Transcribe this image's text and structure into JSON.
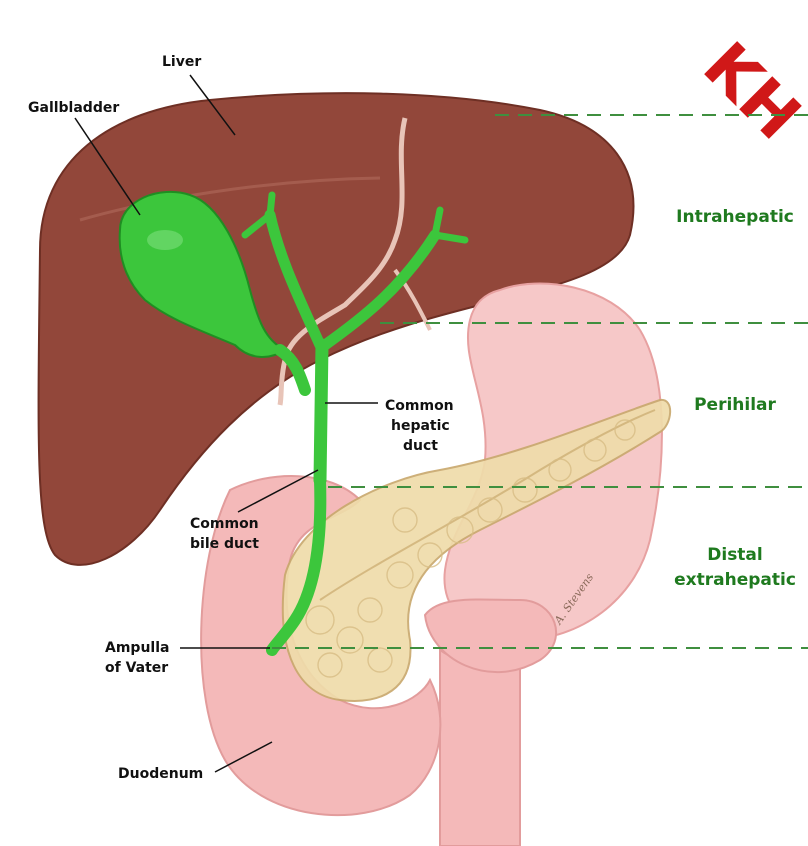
{
  "colors": {
    "liver": "#92473a",
    "liver_dark": "#6e2f24",
    "bile": "#3cc63c",
    "bile_dark": "#1f8e22",
    "stomach": "#f6c8c8",
    "duodenum": "#f4b9b9",
    "pancreas": "#efdcaa",
    "level_text": "#1f7a1f",
    "level_line": "#3f8f3f",
    "watermark": "#cc0000"
  },
  "labels": {
    "liver": "Liver",
    "gallbladder": "Gallbladder",
    "common_hepatic_duct": [
      "Common",
      "hepatic",
      "duct"
    ],
    "common_bile_duct": [
      "Common",
      "bile duct"
    ],
    "ampulla": [
      "Ampulla",
      "of Vater"
    ],
    "duodenum": "Duodenum"
  },
  "levels": {
    "intrahepatic": [
      "Intrahepatic"
    ],
    "perihilar": [
      "Perihilar"
    ],
    "distal": [
      "Distal",
      "extrahepatic"
    ]
  },
  "watermark": "KH",
  "signature": "A. Stevens"
}
